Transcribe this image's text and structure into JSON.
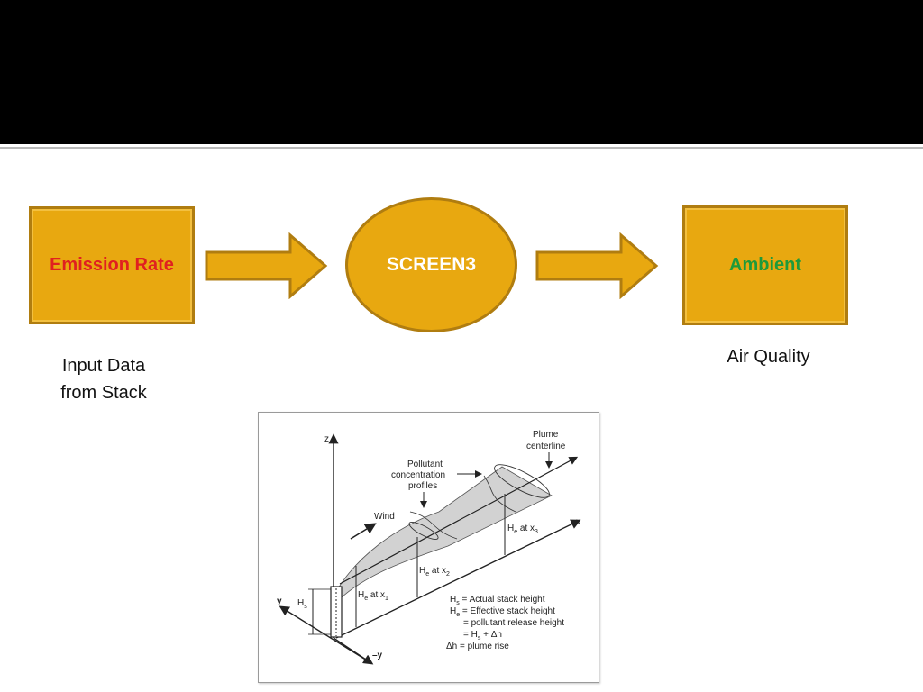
{
  "colors": {
    "box_fill": "#e8a810",
    "box_border": "#b07d10",
    "emission_text": "#e02020",
    "ambient_text": "#1e9a3a",
    "screen_text": "#ffffff",
    "title_bar": "#000000"
  },
  "flow": {
    "emission": {
      "label": "Emission Rate"
    },
    "model": {
      "label": "SCREEN3"
    },
    "ambient": {
      "label": "Ambient"
    }
  },
  "captions": {
    "input_line1": "Input Data",
    "input_line2": "from Stack",
    "air_quality": "Air Quality"
  },
  "figure": {
    "axis_z": "z",
    "axis_x": "x",
    "axis_y_pos": "y",
    "axis_y_neg": "–y",
    "wind": "Wind",
    "pollutant_line1": "Pollutant",
    "pollutant_line2": "concentration",
    "pollutant_line3": "profiles",
    "plume_line1": "Plume",
    "plume_line2": "centerline",
    "hs": "H",
    "hs_sub": "s",
    "he_x1": "H",
    "he_x1_sub": "e",
    "he_x1_tail": " at x",
    "he_x1_idx": "1",
    "he_x2": "H",
    "he_x2_sub": "e",
    "he_x2_tail": " at x",
    "he_x2_idx": "2",
    "he_x3": "H",
    "he_x3_sub": "e",
    "he_x3_tail": " at x",
    "he_x3_idx": "3",
    "legend": {
      "l1_sym": "H",
      "l1_sub": "s",
      "l1_text": " =  Actual stack height",
      "l2_sym": "H",
      "l2_sub": "e",
      "l2_text": " =  Effective stack height",
      "l3_text": "=  pollutant release height",
      "l4_text": "=  H",
      "l4_sub": "s",
      "l4_tail": " + Δh",
      "l5_text": "Δh =  plume rise"
    }
  }
}
